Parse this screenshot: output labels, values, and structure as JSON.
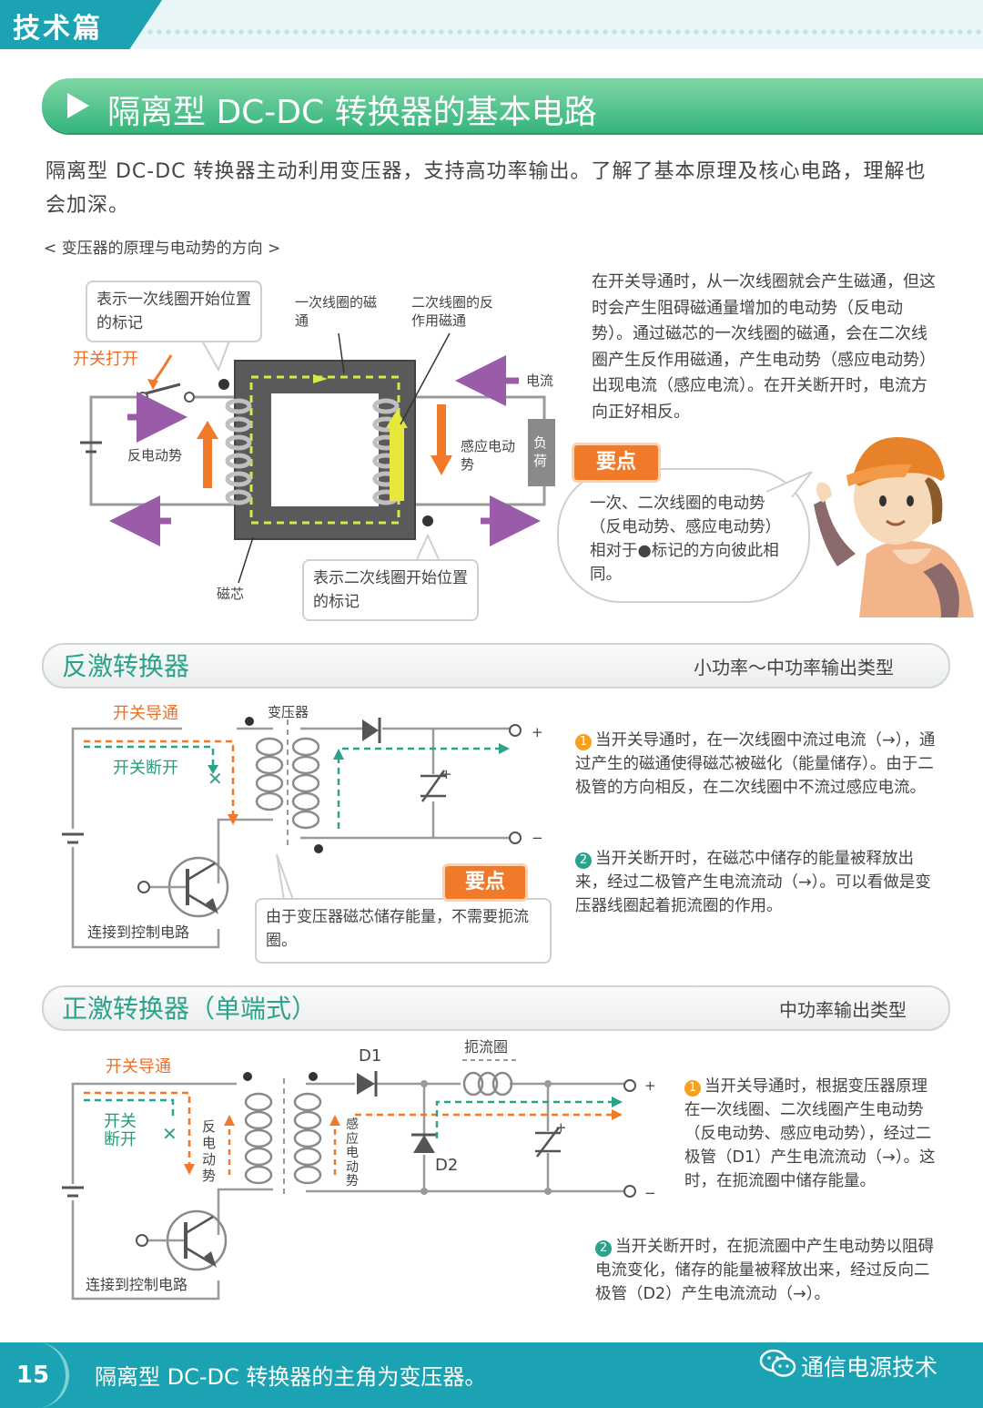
{
  "header": {
    "section_tag": "技术篇"
  },
  "title": "隔离型 DC-DC 转换器的基本电路",
  "intro": "隔离型 DC-DC 转换器主动利用变压器，支持高功率输出。了解了基本原理及核心电路，理解也会加深。",
  "fig1": {
    "caption": "< 变压器的原理与电动势的方向 >",
    "callout_primary_mark": "表示一次线圈开始位置的标记",
    "callout_secondary_mark": "表示二次线圈开始位置的标记",
    "label_switch_on": "开关打开",
    "label_primary_flux": "一次线圈的磁通",
    "label_secondary_flux": "二次线圈的反作用磁通",
    "label_current": "电流",
    "label_back_emf": "反电动势",
    "label_induced_emf": "感应电动势",
    "label_load": "负荷",
    "label_core": "磁芯",
    "explanation": "在开关导通时，从一次线圈就会产生磁通，但这时会产生阻碍磁通量增加的电动势（反电动势）。通过磁芯的一次线圈的磁通，会在二次线圈产生反作用磁通，产生电动势（感应电动势）出现电流（感应电流）。在开关断开时，电流方向正好相反。",
    "key_label": "要点",
    "key_text": "一次、二次线圈的电动势（反电动势、感应电动势）相对于●标记的方向彼此相同。"
  },
  "flyback": {
    "title": "反激转换器",
    "type": "小功率～中功率输出类型",
    "label_switch_on": "开关导通",
    "label_switch_off": "开关断开",
    "label_transformer": "变压器",
    "label_plus": "+",
    "label_minus": "−",
    "label_control": "连接到控制电路",
    "key_label": "要点",
    "key_text": "由于变压器磁芯储存能量，不需要扼流圈。",
    "note1_num": "1",
    "note1": "当开关导通时，在一次线圈中流过电流（→），通过产生的磁通使得磁芯被磁化（能量储存）。由于二极管的方向相反，在二次线圈中不流过感应电流。",
    "note2_num": "2",
    "note2": "当开关断开时，在磁芯中储存的能量被释放出来，经过二极管产生电流流动（→）。可以看做是变压器线圈起着扼流圈的作用。"
  },
  "forward": {
    "title": "正激转换器（单端式）",
    "type": "中功率输出类型",
    "label_switch_on": "开关导通",
    "label_switch_off": "开关断开",
    "label_back_emf": "反电动势",
    "label_induced_emf": "感应电动势",
    "label_d1": "D1",
    "label_d2": "D2",
    "label_choke": "扼流圈",
    "label_plus": "+",
    "label_minus": "−",
    "label_control": "连接到控制电路",
    "note1_num": "1",
    "note1": "当开关导通时，根据变压器原理在一次线圈、二次线圈产生电动势（反电动势、感应电动势），经过二极管（D1）产生电流流动（→）。这时，在扼流圈中储存能量。",
    "note2_num": "2",
    "note2": "当开关断开时，在扼流圈中产生电动势以阻碍电流变化，储存的能量被释放出来，经过反向二极管（D2）产生电流流动（→）。"
  },
  "footer": {
    "page": "15",
    "text": "隔离型 DC-DC 转换器的主角为变压器。",
    "brand": "通信电源技术"
  }
}
